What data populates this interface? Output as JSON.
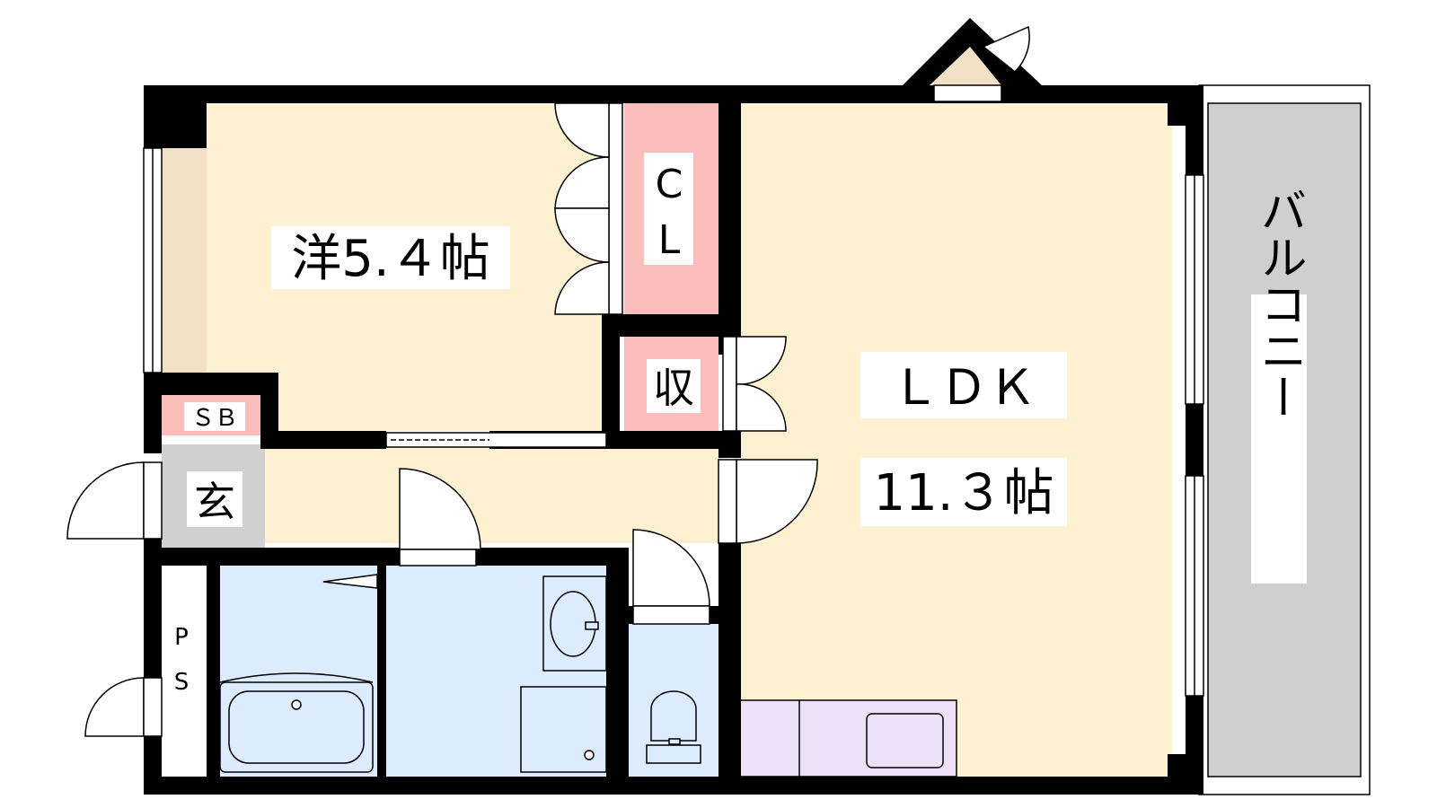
{
  "rooms": {
    "western": {
      "label": "洋5.４帖"
    },
    "closet": {
      "label_top": "C",
      "label_bottom": "L"
    },
    "storage": {
      "label": "収"
    },
    "shoe_box": {
      "label": "ＳＢ"
    },
    "entrance": {
      "label": "玄"
    },
    "pipe_space": {
      "label_top": "P",
      "label_bottom": "S"
    },
    "ldk": {
      "label": "ＬＤＫ",
      "size": "11.３帖"
    },
    "balcony": {
      "label": "バルコニー"
    }
  },
  "colors": {
    "wall": "#000000",
    "room_floor": "#fdf1d2",
    "closet": "#fbbcbc",
    "entrance": "#d0d0d0",
    "wet_area": "#dcebfd",
    "kitchen": "#eee0f6",
    "balcony": "#cfcfcf",
    "window_strip": "#f2e1c5"
  }
}
